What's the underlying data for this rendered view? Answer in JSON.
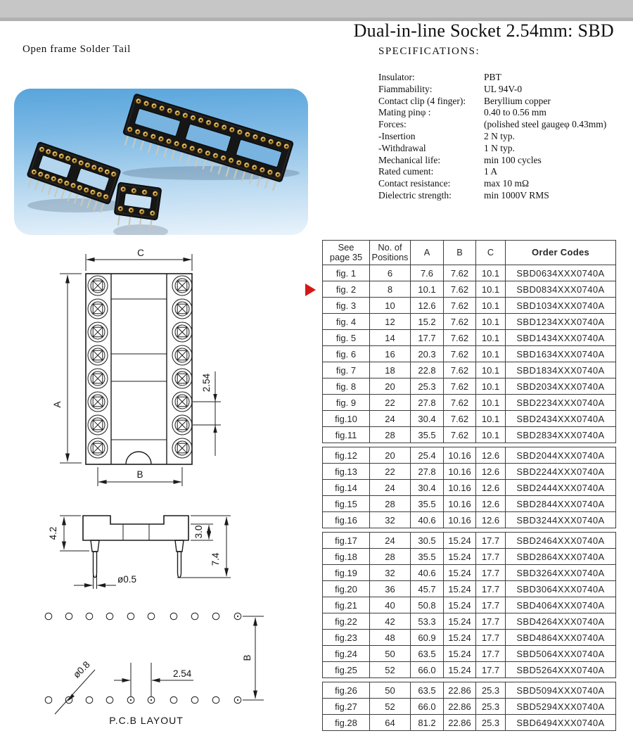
{
  "page": {
    "title": "Dual-in-line Socket 2.54mm: SBD",
    "subtitle": "Open frame Solder Tail"
  },
  "specifications": {
    "heading": "SPECIFICATIONS:",
    "items": [
      {
        "label": "Insulator:",
        "value": "PBT"
      },
      {
        "label": "Fiammability:",
        "value": "UL 94V-0"
      },
      {
        "label": "Contact clip (4 finger):",
        "value": "Beryllium copper"
      },
      {
        "label": "Mating pinφ :",
        "value": "0.40 to 0.56 mm"
      },
      {
        "label": "Forces:",
        "value": "(polished steel gaugeφ 0.43mm)"
      },
      {
        "label": "-Insertion",
        "value": "2 N typ."
      },
      {
        "label": "-Withdrawal",
        "value": "1 N typ."
      },
      {
        "label": "Mechanical life:",
        "value": "min 100 cycles"
      },
      {
        "label": "Rated cument:",
        "value": "1 A"
      },
      {
        "label": "Contact resistance:",
        "value": "max 10 mΩ"
      },
      {
        "label": "Dielectric strength:",
        "value": "min 1000V RMS"
      }
    ]
  },
  "order_table": {
    "headers": [
      [
        "See",
        "page 35"
      ],
      [
        "No. of",
        "Positions"
      ],
      [
        "A"
      ],
      [
        "B"
      ],
      [
        "C"
      ],
      [
        "Order Codes"
      ]
    ],
    "highlight_row": "fig. 2",
    "groups": [
      {
        "rows": [
          [
            "fig. 1",
            "6",
            "7.6",
            "7.62",
            "10.1",
            "SBD0634XXX0740A"
          ],
          [
            "fig. 2",
            "8",
            "10.1",
            "7.62",
            "10.1",
            "SBD0834XXX0740A"
          ],
          [
            "fig. 3",
            "10",
            "12.6",
            "7.62",
            "10.1",
            "SBD1034XXX0740A"
          ],
          [
            "fig. 4",
            "12",
            "15.2",
            "7.62",
            "10.1",
            "SBD1234XXX0740A"
          ],
          [
            "fig. 5",
            "14",
            "17.7",
            "7.62",
            "10.1",
            "SBD1434XXX0740A"
          ],
          [
            "fig. 6",
            "16",
            "20.3",
            "7.62",
            "10.1",
            "SBD1634XXX0740A"
          ],
          [
            "fig. 7",
            "18",
            "22.8",
            "7.62",
            "10.1",
            "SBD1834XXX0740A"
          ],
          [
            "fig. 8",
            "20",
            "25.3",
            "7.62",
            "10.1",
            "SBD2034XXX0740A"
          ],
          [
            "fig. 9",
            "22",
            "27.8",
            "7.62",
            "10.1",
            "SBD2234XXX0740A"
          ],
          [
            "fig.10",
            "24",
            "30.4",
            "7.62",
            "10.1",
            "SBD2434XXX0740A"
          ],
          [
            "fig.11",
            "28",
            "35.5",
            "7.62",
            "10.1",
            "SBD2834XXX0740A"
          ]
        ]
      },
      {
        "rows": [
          [
            "fig.12",
            "20",
            "25.4",
            "10.16",
            "12.6",
            "SBD2044XXX0740A"
          ],
          [
            "fig.13",
            "22",
            "27.8",
            "10.16",
            "12.6",
            "SBD2244XXX0740A"
          ],
          [
            "fig.14",
            "24",
            "30.4",
            "10.16",
            "12.6",
            "SBD2444XXX0740A"
          ],
          [
            "fig.15",
            "28",
            "35.5",
            "10.16",
            "12.6",
            "SBD2844XXX0740A"
          ],
          [
            "fig.16",
            "32",
            "40.6",
            "10.16",
            "12.6",
            "SBD3244XXX0740A"
          ]
        ]
      },
      {
        "rows": [
          [
            "fig.17",
            "24",
            "30.5",
            "15.24",
            "17.7",
            "SBD2464XXX0740A"
          ],
          [
            "fig.18",
            "28",
            "35.5",
            "15.24",
            "17.7",
            "SBD2864XXX0740A"
          ],
          [
            "fig.19",
            "32",
            "40.6",
            "15.24",
            "17.7",
            "SBD3264XXX0740A"
          ],
          [
            "fig.20",
            "36",
            "45.7",
            "15.24",
            "17.7",
            "SBD3064XXX0740A"
          ],
          [
            "fig.21",
            "40",
            "50.8",
            "15.24",
            "17.7",
            "SBD4064XXX0740A"
          ],
          [
            "fig.22",
            "42",
            "53.3",
            "15.24",
            "17.7",
            "SBD4264XXX0740A"
          ],
          [
            "fig.23",
            "48",
            "60.9",
            "15.24",
            "17.7",
            "SBD4864XXX0740A"
          ],
          [
            "fig.24",
            "50",
            "63.5",
            "15.24",
            "17.7",
            "SBD5064XXX0740A"
          ],
          [
            "fig.25",
            "52",
            "66.0",
            "15.24",
            "17.7",
            "SBD5264XXX0740A"
          ]
        ]
      },
      {
        "rows": [
          [
            "fig.26",
            "50",
            "63.5",
            "22.86",
            "25.3",
            "SBD5094XXX0740A"
          ],
          [
            "fig.27",
            "52",
            "66.0",
            "22.86",
            "25.3",
            "SBD5294XXX0740A"
          ],
          [
            "fig.28",
            "64",
            "81.2",
            "22.86",
            "25.3",
            "SBD6494XXX0740A"
          ]
        ]
      }
    ]
  },
  "drawings": {
    "top_view": {
      "dim_width": "C",
      "dim_length": "A",
      "dim_row_spacing": "B",
      "dim_pitch": "2.54"
    },
    "side_view": {
      "dim_body_height": "4.2",
      "dim_center_height": "3.0",
      "dim_total_height": "7.4",
      "dim_pin_diameter": "ø0.5"
    },
    "pcb_layout": {
      "dim_hole_diameter": "ø0.8",
      "dim_pitch": "2.54",
      "dim_row_spacing": "B",
      "caption": "P.C.B LAYOUT"
    }
  },
  "colors": {
    "accent_red": "#d81616",
    "photo_blue_top": "#58a5dc",
    "photo_blue_bottom": "#e9f3fb"
  }
}
